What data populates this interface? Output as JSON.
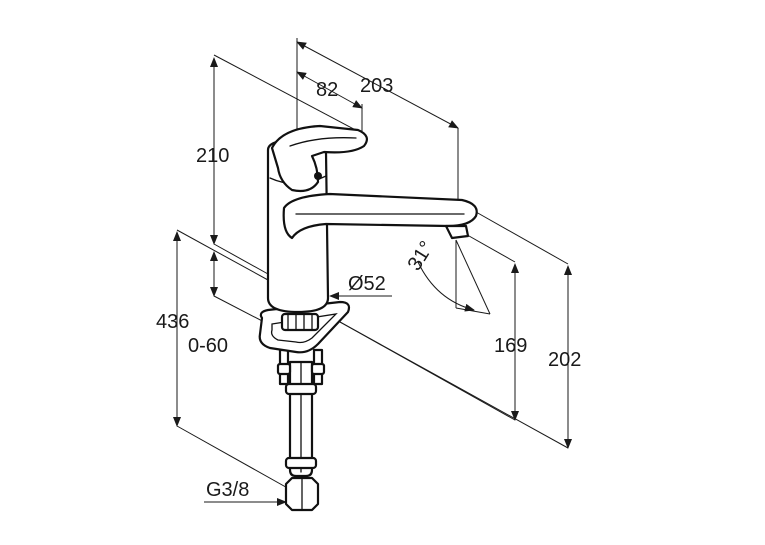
{
  "drawing": {
    "dimensions": {
      "d82": "82",
      "d203": "203",
      "d210": "210",
      "d52": "Ø52",
      "d31": "31°",
      "d436": "436",
      "d0_60": "0-60",
      "d169": "169",
      "d202": "202",
      "thread": "G3/8"
    }
  }
}
